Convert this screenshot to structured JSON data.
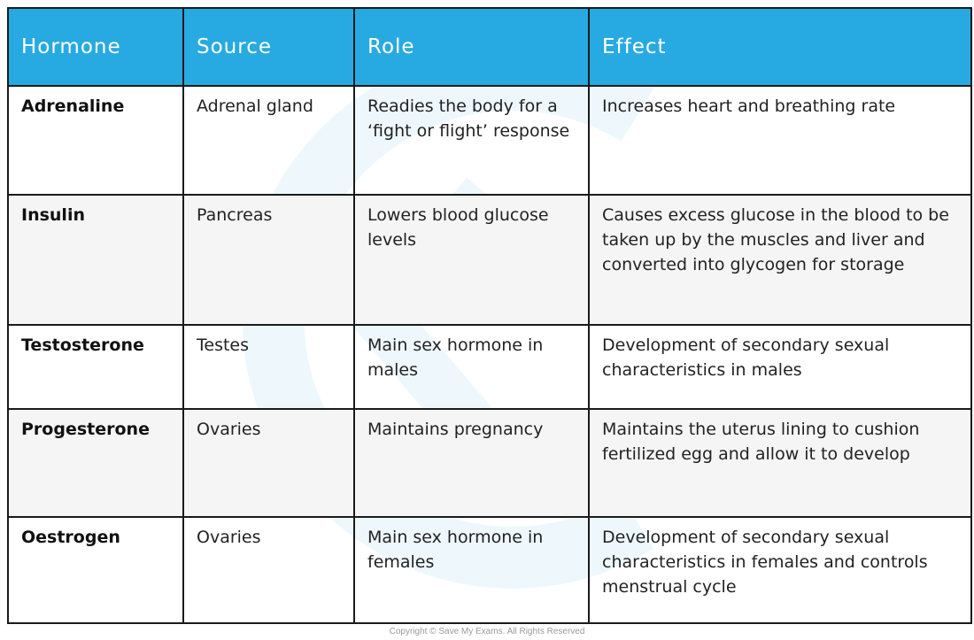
{
  "table": {
    "headers": [
      "Hormone",
      "Source",
      "Role",
      "Effect"
    ],
    "rows": [
      {
        "hormone": "Adrenaline",
        "source": "Adrenal gland",
        "role": "Readies the body for a ‘fight or flight’ response",
        "effect": "Increases heart and breathing rate"
      },
      {
        "hormone": "Insulin",
        "source": "Pancreas",
        "role": "Lowers blood glucose levels",
        "effect": "Causes excess glucose in the blood to be taken up by the muscles and liver and converted into glycogen for storage"
      },
      {
        "hormone": "Testosterone",
        "source": "Testes",
        "role": "Main sex hormone in males",
        "effect": "Development of secondary sexual characteristics in males"
      },
      {
        "hormone": "Progesterone",
        "source": "Ovaries",
        "role": "Maintains pregnancy",
        "effect": "Maintains the uterus lining to cushion fertilized egg and allow it to develop"
      },
      {
        "hormone": "Oestrogen",
        "source": "Ovaries",
        "role": "Main  sex hormone in females",
        "effect": "Development of secondary sexual characteristics in females and controls menstrual cycle"
      }
    ]
  },
  "copyright": "Copyright © Save My Exams. All Rights Reserved",
  "colors": {
    "header_bg": "#27aae1",
    "border": "#1a1a1a",
    "alt_row_bg": "#f5f5f5"
  }
}
